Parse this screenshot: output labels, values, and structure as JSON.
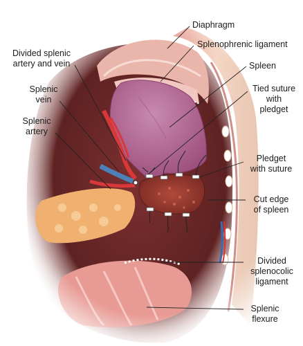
{
  "labels": {
    "diaphragm": "Diaphragm",
    "splenophrenic_ligament": "Splenophrenic ligament",
    "divided_splenic_artery_vein": [
      "Divided splenic",
      "artery and vein"
    ],
    "spleen": "Spleen",
    "splenic_vein": [
      "Splenic",
      "vein"
    ],
    "tied_suture": [
      "Tied suture",
      "with",
      "pledget"
    ],
    "splenic_artery": [
      "Splenic",
      "artery"
    ],
    "pledget_with_suture": [
      "Pledget",
      "with suture"
    ],
    "cut_edge": [
      "Cut edge",
      "of spleen"
    ],
    "divided_splenocolic_ligament": [
      "Divided",
      "splenocolic",
      "ligament"
    ],
    "splenic_flexure": [
      "Splenic",
      "flexure"
    ]
  },
  "colors": {
    "spleen": "#b0638f",
    "cavity": "#6e2a2a",
    "diaphragm": "#e7b2a6",
    "rib_wall": "#f2dcc8",
    "pancreas": "#f0b070",
    "colon": "#e89b94",
    "artery": "#d8383a",
    "vein": "#4d7fb8",
    "leader": "#222222"
  }
}
